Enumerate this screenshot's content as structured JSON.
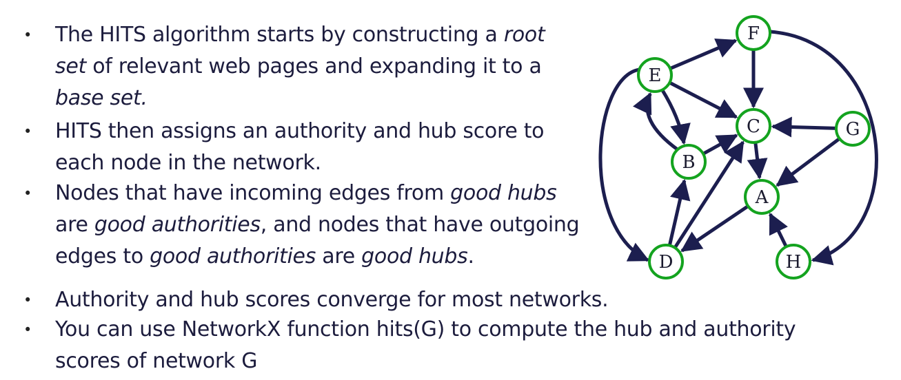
{
  "bullets": [
    {
      "lines": [
        [
          {
            "t": "The HITS algorithm starts by constructing a "
          },
          {
            "t": "root",
            "i": true
          }
        ],
        [
          {
            "t": "set",
            "i": true
          },
          {
            "t": " of relevant web pages and expanding it to a"
          }
        ],
        [
          {
            "t": "base set.",
            "i": true
          }
        ]
      ]
    },
    {
      "lines": [
        [
          {
            "t": "HITS then assigns an authority and hub score to"
          }
        ],
        [
          {
            "t": "each node in the network."
          }
        ]
      ]
    },
    {
      "lines": [
        [
          {
            "t": "Nodes that have incoming edges from "
          },
          {
            "t": "good hubs",
            "i": true
          }
        ],
        [
          {
            "t": "are "
          },
          {
            "t": "good authorities",
            "i": true
          },
          {
            "t": ", and nodes that have outgoing"
          }
        ],
        [
          {
            "t": "edges to "
          },
          {
            "t": "good authorities",
            "i": true
          },
          {
            "t": " are "
          },
          {
            "t": "good hubs",
            "i": true
          },
          {
            "t": "."
          }
        ]
      ]
    },
    {
      "lines": [
        [
          {
            "t": "Authority and hub scores converge for most networks."
          }
        ]
      ]
    },
    {
      "lines": [
        [
          {
            "t": "You can use NetworkX function hits(G) to compute the hub and authority"
          }
        ],
        [
          {
            "t": "scores of network G"
          }
        ]
      ]
    }
  ],
  "graph": {
    "nodes": [
      "F",
      "E",
      "C",
      "G",
      "B",
      "A",
      "D",
      "H"
    ],
    "edges": [
      [
        "E",
        "F"
      ],
      [
        "F",
        "C"
      ],
      [
        "E",
        "C"
      ],
      [
        "E",
        "B"
      ],
      [
        "B",
        "E"
      ],
      [
        "B",
        "C"
      ],
      [
        "G",
        "C"
      ],
      [
        "C",
        "A"
      ],
      [
        "G",
        "A"
      ],
      [
        "A",
        "D"
      ],
      [
        "D",
        "B"
      ],
      [
        "D",
        "C"
      ],
      [
        "H",
        "A"
      ],
      [
        "E",
        "D"
      ],
      [
        "F",
        "H"
      ]
    ],
    "colors": {
      "node_stroke": "#14a31f",
      "edge": "#1c1e4f",
      "text": "#1c1c3d"
    }
  }
}
